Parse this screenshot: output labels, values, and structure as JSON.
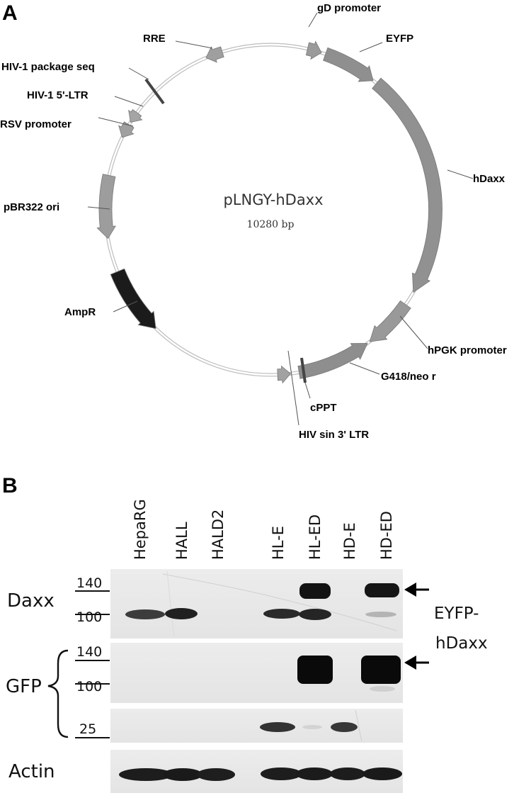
{
  "panel_a": {
    "letter": "A",
    "plasmid_name": "pLNGY-hDaxx",
    "plasmid_size": "10280 bp",
    "features": [
      {
        "id": "gd-promoter",
        "label": "gD promoter"
      },
      {
        "id": "eyfp",
        "label": "EYFP"
      },
      {
        "id": "hdaxx",
        "label": "hDaxx"
      },
      {
        "id": "hpgk-promoter",
        "label": "hPGK promoter"
      },
      {
        "id": "g418-neo-r",
        "label": "G418/neo r"
      },
      {
        "id": "cppt",
        "label": "cPPT"
      },
      {
        "id": "hiv-sin-3-ltr",
        "label": "HIV sin 3' LTR"
      },
      {
        "id": "ampr",
        "label": "AmpR"
      },
      {
        "id": "pbr322-ori",
        "label": "pBR322 ori"
      },
      {
        "id": "rsv-promoter",
        "label": "RSV promoter"
      },
      {
        "id": "hiv1-5-ltr",
        "label": "HIV-1 5'-LTR"
      },
      {
        "id": "hiv1-package-seq",
        "label": "HIV-1 package seq"
      },
      {
        "id": "rre",
        "label": "RRE"
      }
    ]
  },
  "panel_b": {
    "letter": "B",
    "lanes": [
      "HepaRG",
      "HALL",
      "HALD2",
      "HL-E",
      "HL-ED",
      "HD-E",
      "HD-ED"
    ],
    "rows": {
      "daxx": "Daxx",
      "gfp": "GFP",
      "actin": "Actin"
    },
    "mw_markers": {
      "daxx_top": "140",
      "daxx_bottom": "100",
      "gfp_top": "140",
      "gfp_bottom": "100",
      "gfp_small": "25"
    },
    "fusion_label_line1": "EYFP-",
    "fusion_label_line2": "hDaxx"
  }
}
